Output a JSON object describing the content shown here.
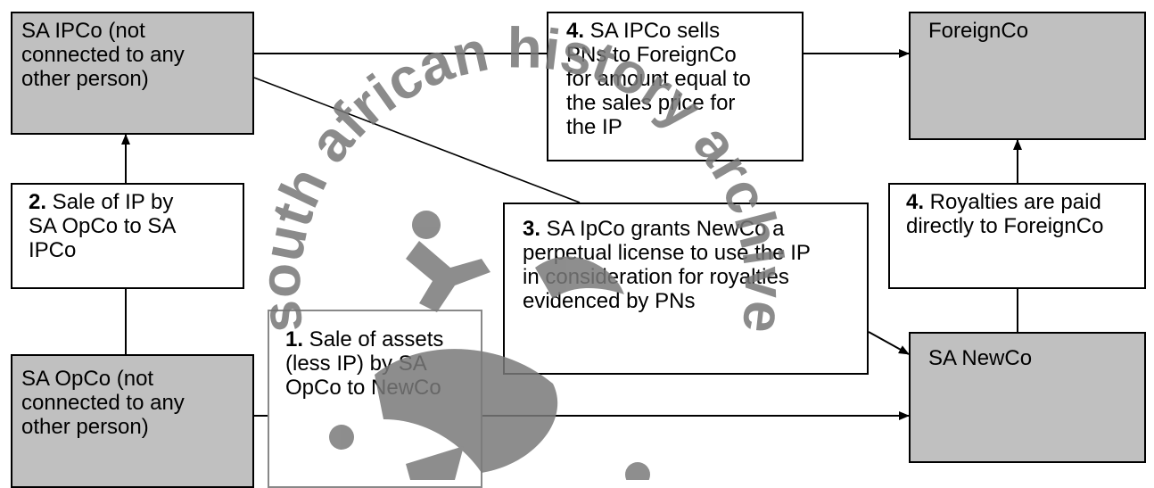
{
  "boxes": {
    "sa_ipco": {
      "lines": [
        "SA IPCo (not",
        "connected to any",
        "other person)"
      ]
    },
    "sa_opco": {
      "lines": [
        "SA OpCo (not",
        "connected to any",
        "other person)"
      ]
    },
    "foreignco": {
      "lines": [
        "ForeignCo"
      ]
    },
    "sa_newco": {
      "lines": [
        "SA NewCo"
      ]
    }
  },
  "steps": {
    "step4_sale": {
      "num": "4.",
      "lines": [
        " SA IPCo sells",
        "PNs to ForeignCo",
        "for amount equal to",
        "the sales price for",
        "the IP"
      ]
    },
    "step2": {
      "num": "2.",
      "lines": [
        " Sale of IP by",
        "SA OpCo to SA",
        "IPCo"
      ]
    },
    "step3": {
      "num": "3.",
      "lines": [
        " SA IpCo grants NewCo a",
        "perpetual license to use the IP",
        "in consideration for royalties",
        "evidenced by PNs"
      ]
    },
    "step4_royalty": {
      "num": "4.",
      "lines": [
        " Royalties are paid",
        "directly to ForeignCo"
      ]
    },
    "step1": {
      "num": "1.",
      "lines": [
        " Sale of assets",
        "(less IP) by SA",
        "OpCo to NewCo"
      ]
    }
  },
  "watermark": {
    "text": "south african history archive"
  }
}
